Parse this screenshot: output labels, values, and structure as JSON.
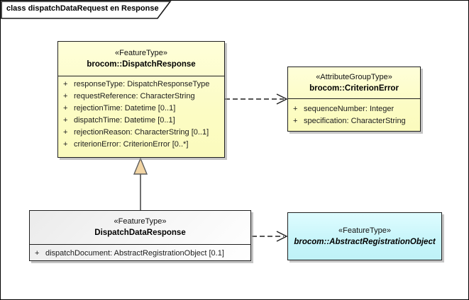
{
  "frame": {
    "label": "class dispatchDataRequest en Response"
  },
  "colors": {
    "class_fill_yellow": "#fcfcc6",
    "class_fill_gray": "#eeeeee",
    "class_fill_cyan": "#c6f5fa",
    "box_border": "#1f1f1f",
    "generalization_triangle_fill": "#f2d5a4",
    "shadow": "#969696"
  },
  "classes": {
    "dispatch_response": {
      "stereotype": "«FeatureType»",
      "name": "brocom::DispatchResponse",
      "attributes": [
        {
          "visibility": "+",
          "signature": "responseType: DispatchResponseType"
        },
        {
          "visibility": "+",
          "signature": "requestReference: CharacterString"
        },
        {
          "visibility": "+",
          "signature": "rejectionTime: Datetime [0..1]"
        },
        {
          "visibility": "+",
          "signature": "dispatchTime: Datetime [0..1]"
        },
        {
          "visibility": "+",
          "signature": "rejectionReason: CharacterString [0..1]"
        },
        {
          "visibility": "+",
          "signature": "criterionError: CriterionError [0..*]"
        }
      ]
    },
    "criterion_error": {
      "stereotype": "«AttributeGroupType»",
      "name": "brocom::CriterionError",
      "attributes": [
        {
          "visibility": "+",
          "signature": "sequenceNumber: Integer"
        },
        {
          "visibility": "+",
          "signature": "specification: CharacterString"
        }
      ]
    },
    "dispatch_data_response": {
      "stereotype": "«FeatureType»",
      "name": "DispatchDataResponse",
      "attributes": [
        {
          "visibility": "+",
          "signature": "dispatchDocument: AbstractRegistrationObject [0.1]"
        }
      ]
    },
    "abstract_registration_object": {
      "stereotype": "«FeatureType»",
      "name": "brocom::AbstractRegistrationObject"
    }
  },
  "relationships": [
    {
      "type": "dependency",
      "from": "brocom::DispatchResponse",
      "to": "brocom::CriterionError",
      "line": "dashed",
      "arrowhead": "open"
    },
    {
      "type": "generalization",
      "from": "DispatchDataResponse",
      "to": "brocom::DispatchResponse",
      "line": "solid",
      "arrowhead": "triangle"
    },
    {
      "type": "dependency",
      "from": "DispatchDataResponse",
      "to": "brocom::AbstractRegistrationObject",
      "line": "dashed",
      "arrowhead": "open"
    }
  ]
}
